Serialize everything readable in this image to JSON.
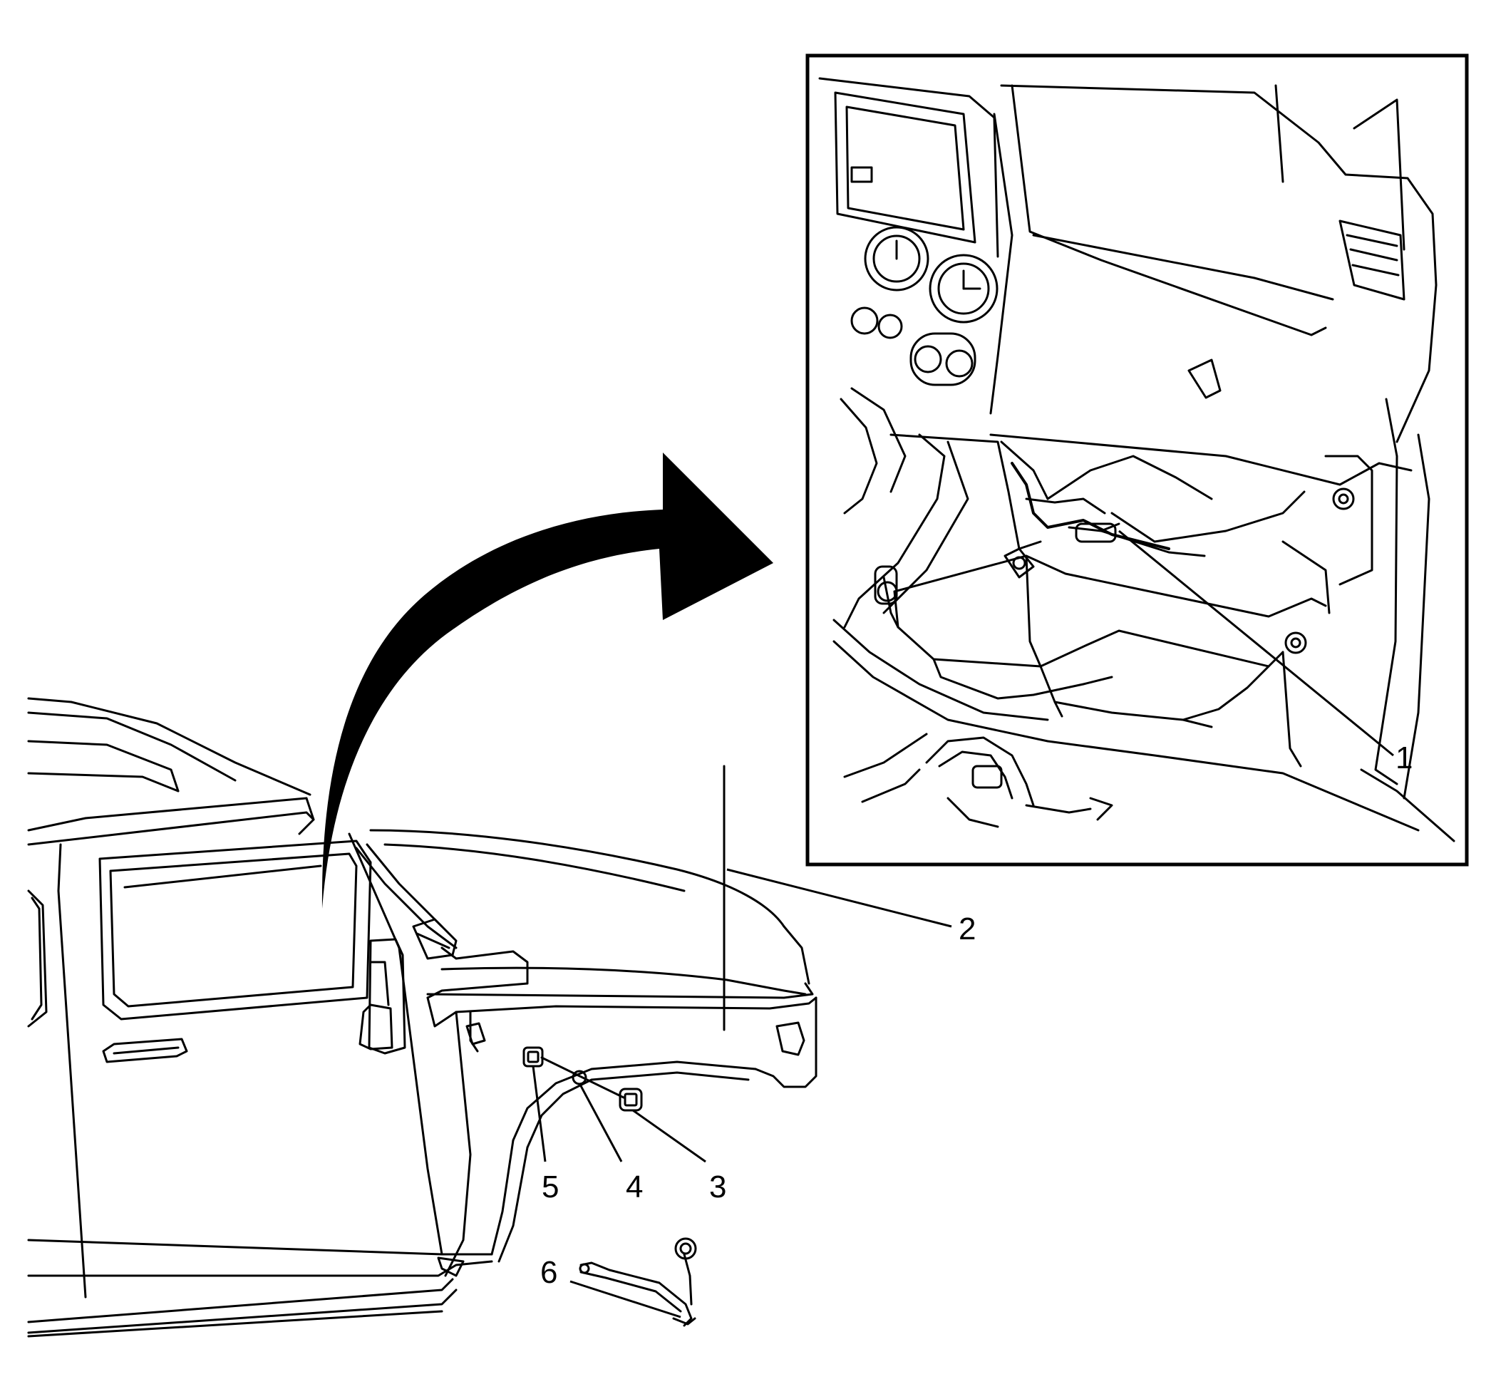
{
  "callouts": [
    {
      "id": "callout-1",
      "label": "1"
    },
    {
      "id": "callout-2",
      "label": "2"
    },
    {
      "id": "callout-3",
      "label": "3"
    },
    {
      "id": "callout-4",
      "label": "4"
    },
    {
      "id": "callout-5",
      "label": "5"
    },
    {
      "id": "callout-6",
      "label": "6"
    }
  ],
  "colors": {
    "ink": "#000000",
    "paper": "#ffffff"
  }
}
